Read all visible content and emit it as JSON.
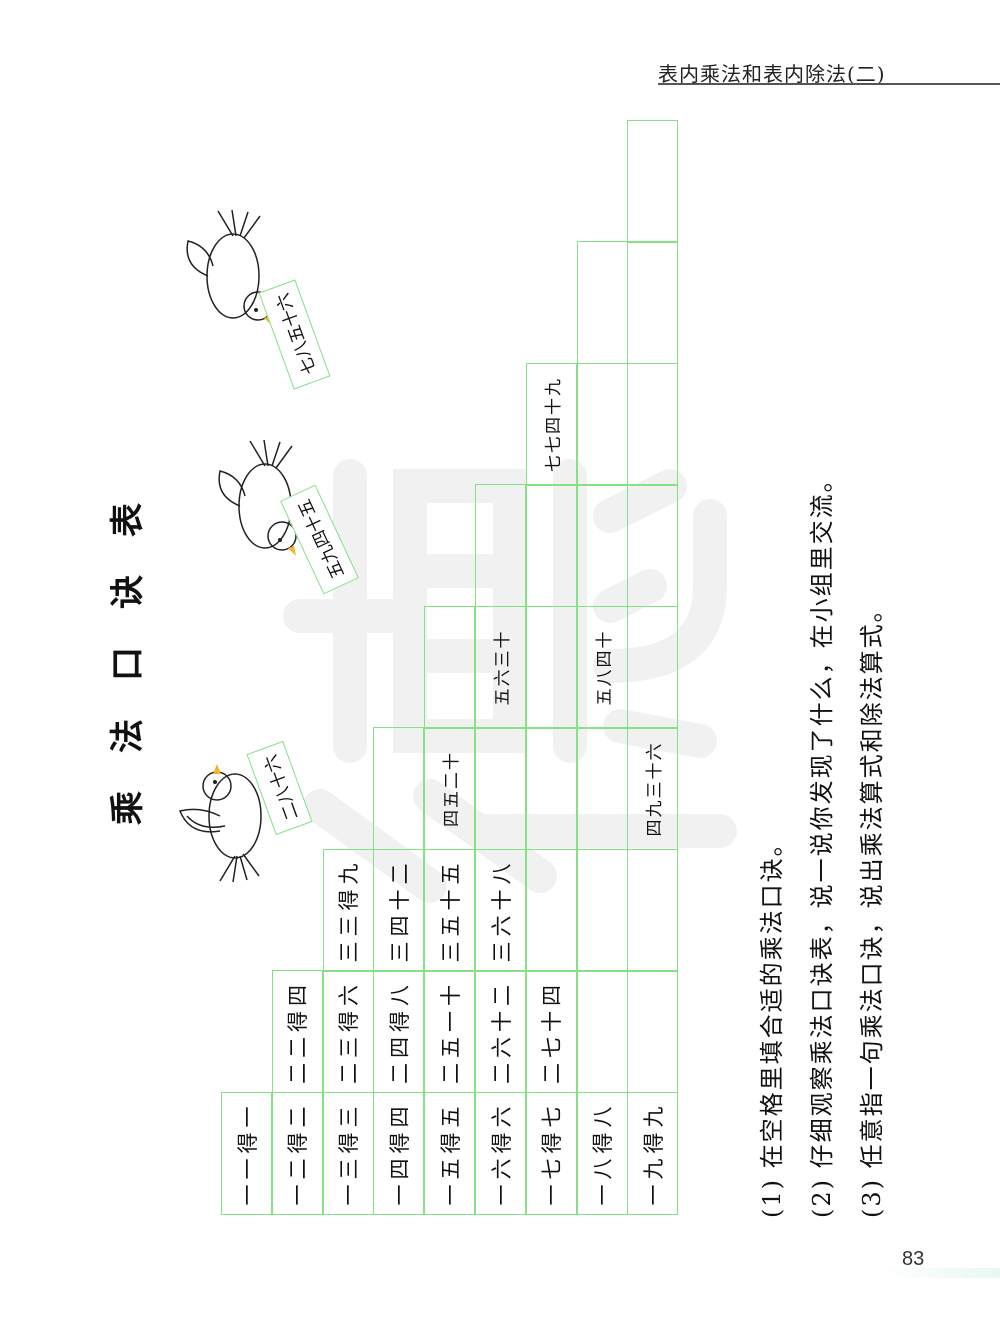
{
  "header": {
    "title": "表内乘法和表内除法(二)"
  },
  "page_number": "83",
  "watermark": "德",
  "title": "乘法口诀表",
  "birds": [
    {
      "card": "二八十六"
    },
    {
      "card": "五九四十五"
    },
    {
      "card": "七八五十六"
    }
  ],
  "table": {
    "rows": [
      [
        "一一得一"
      ],
      [
        "一二得二",
        "二二得四"
      ],
      [
        "一三得三",
        "二三得六",
        "三三得九"
      ],
      [
        "一四得四",
        "二四得八",
        "三四十二",
        ""
      ],
      [
        "一五得五",
        "二五一十",
        "三五十五",
        "四五二十",
        ""
      ],
      [
        "一六得六",
        "二六十二",
        "三六十八",
        "",
        "五六三十",
        ""
      ],
      [
        "一七得七",
        "二七十四",
        "",
        "",
        "",
        "",
        "七七四十九"
      ],
      [
        "一八得八",
        "",
        "",
        "",
        "五八四十",
        "",
        "",
        ""
      ],
      [
        "一九得九",
        "",
        "",
        "四九三十六",
        "",
        "",
        "",
        "",
        ""
      ]
    ]
  },
  "questions": [
    "(1) 在空格里填合适的乘法口诀。",
    "(2) 仔细观察乘法口诀表，说一说你发现了什么，在小组里交流。",
    "(3) 任意指一句乘法口诀，说出乘法算式和除法算式。"
  ],
  "colors": {
    "grid": "#86e086"
  }
}
